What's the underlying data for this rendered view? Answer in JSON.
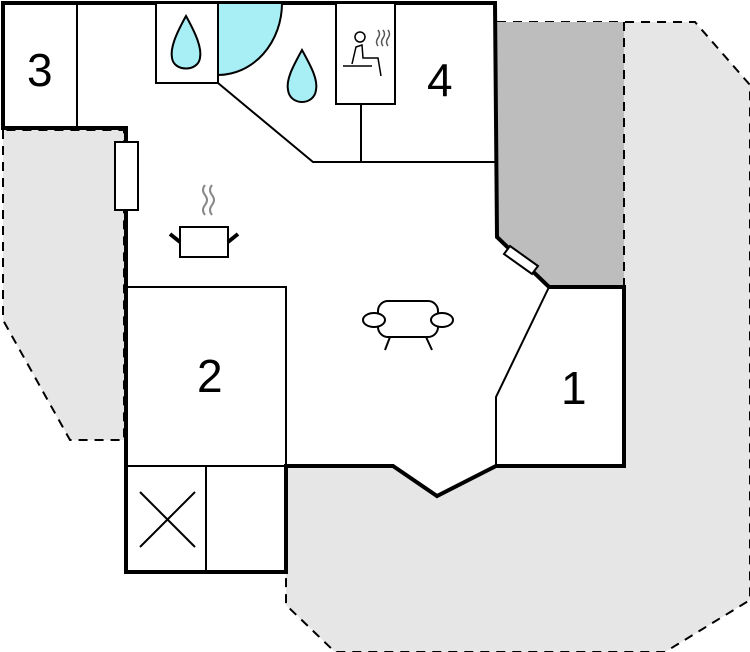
{
  "rooms": [
    {
      "label": "1"
    },
    {
      "label": "2"
    },
    {
      "label": "3"
    },
    {
      "label": "4"
    }
  ],
  "colors": {
    "water": "#a8eef5",
    "terrace": "#e6e6e6",
    "covered": "#bdbdbd",
    "wall": "#000000"
  },
  "icons": [
    "shower-drop-icon",
    "shower-drop-icon",
    "sauna-icon",
    "cooking-pot-icon",
    "sofa-icon",
    "chimney-x-icon"
  ]
}
